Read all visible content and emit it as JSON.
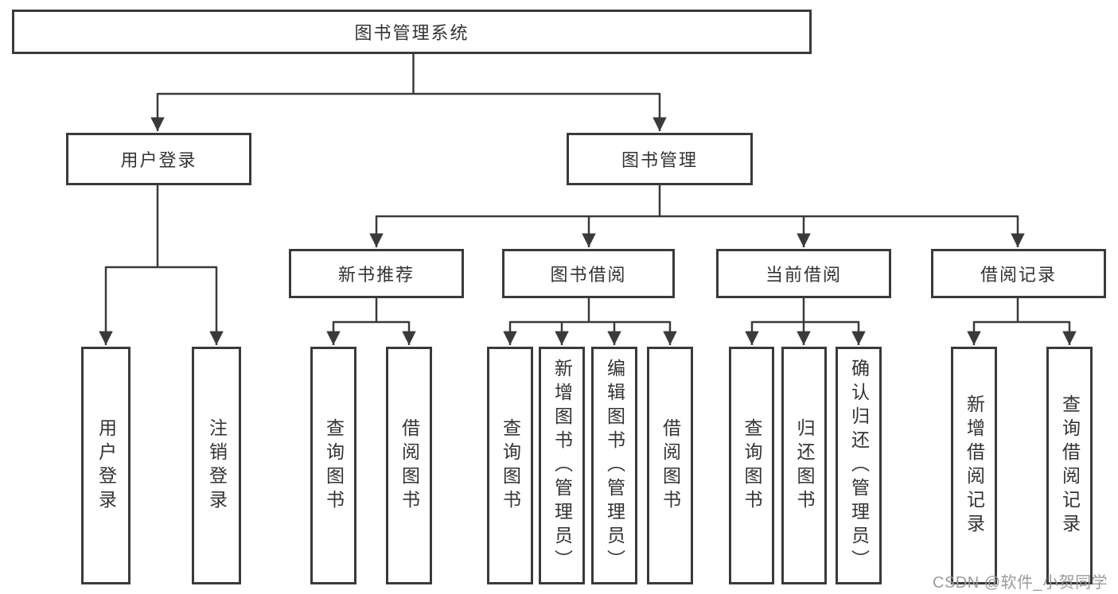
{
  "diagram": {
    "title": "图书管理系统",
    "root": {
      "label": "图书管理系统"
    },
    "children": [
      {
        "label": "用户登录",
        "children": [
          {
            "label": "用户登录"
          },
          {
            "label": "注销登录"
          }
        ]
      },
      {
        "label": "图书管理",
        "children": [
          {
            "label": "新书推荐",
            "children": [
              {
                "label": "查询图书"
              },
              {
                "label": "借阅图书"
              }
            ]
          },
          {
            "label": "图书借阅",
            "children": [
              {
                "label": "查询图书"
              },
              {
                "label": "新增图书（管理员）"
              },
              {
                "label": "编辑图书（管理员）"
              },
              {
                "label": "借阅图书"
              }
            ]
          },
          {
            "label": "当前借阅",
            "children": [
              {
                "label": "查询图书"
              },
              {
                "label": "归还图书"
              },
              {
                "label": "确认归还（管理员）"
              }
            ]
          },
          {
            "label": "借阅记录",
            "children": [
              {
                "label": "新增借阅记录"
              },
              {
                "label": "查询借阅记录"
              }
            ]
          }
        ]
      }
    ]
  },
  "watermark": {
    "text": "CSDN @软件_小贺同学"
  },
  "colors": {
    "line": "#3a3a3a",
    "box_border": "#3a3a3a",
    "box_fill": "#ffffff",
    "text": "#333333",
    "watermark": "#9b9b9b",
    "background": "#ffffff"
  }
}
